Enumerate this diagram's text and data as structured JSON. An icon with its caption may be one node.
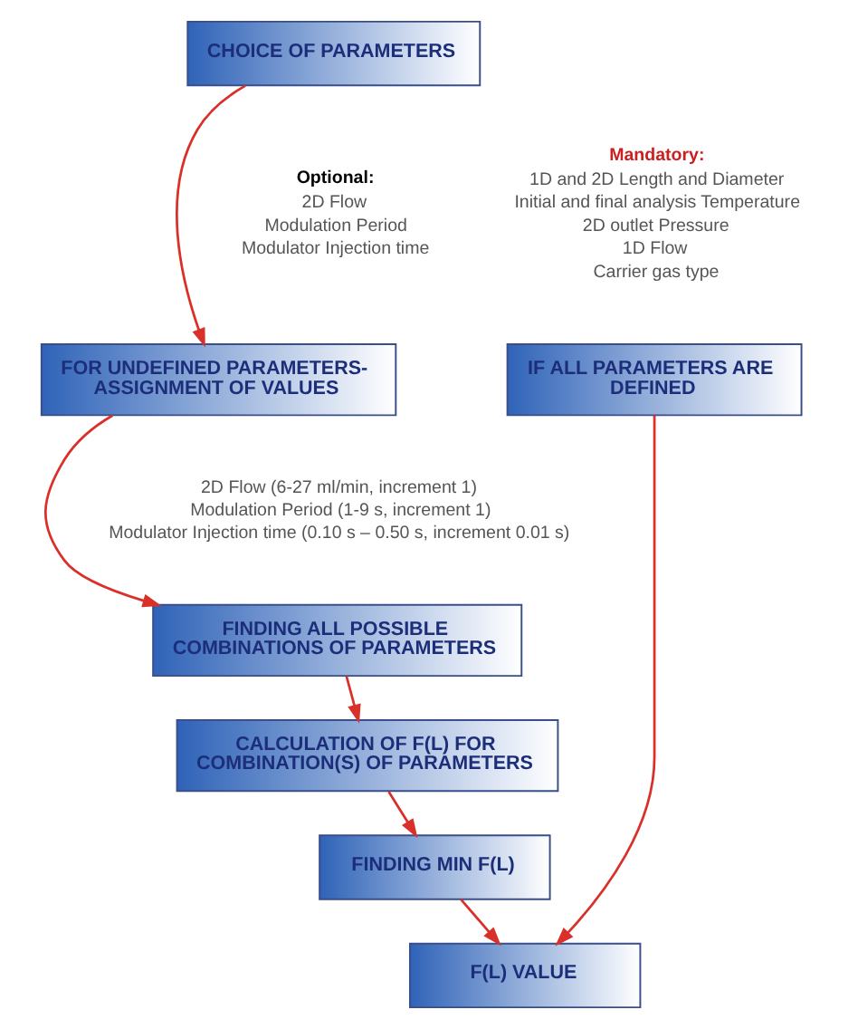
{
  "diagram": {
    "nodes": [
      {
        "text": [
          "CHOICE OF PARAMETERS"
        ]
      },
      {
        "text": [
          "IF ALL PARAMETERS ARE DEFINED"
        ]
      },
      {
        "text": [
          "FOR UNDEFINED PARAMETERS-ASSIGNMENT OF VALUES"
        ]
      },
      {
        "text": [
          "FINDING ALL POSSIBLE COMBINATIONS OF PARAMETERS"
        ]
      },
      {
        "text": [
          "CALCULATION OF F(L) FOR COMBINATION(S) OF PARAMETERS"
        ]
      },
      {
        "text": [
          "FINDING MIN F(L)"
        ]
      },
      {
        "text": [
          "F(L) VALUE"
        ]
      }
    ],
    "edges": [
      {
        "from": 0,
        "to": 2,
        "arrow": "to"
      },
      {
        "from": 2,
        "to": 3,
        "arrow": "to"
      },
      {
        "from": 3,
        "to": 4,
        "arrow": "to"
      },
      {
        "from": 4,
        "to": 5,
        "arrow": "to"
      },
      {
        "from": 1,
        "to": 6,
        "arrow": "to"
      },
      {
        "from": 5,
        "to": 6,
        "arrow": "to"
      }
    ],
    "labels": [
      "Mandatory:",
      "1D and 2D Length and Diameter",
      "Initial and final analysis Temperature",
      "2D outlet Pressure",
      "1D Flow",
      "Carrier gas type",
      "Optional:",
      "2D Flow",
      "Modulation Period",
      "Modulator Injection time",
      "2D Flow (6-27 ml/min, increment 1)",
      "Modulation Period (1-9 s, increment 1)",
      "Modulator Injection time (0.10 s – 0.50 s, increment 0.01 s)"
    ]
  }
}
